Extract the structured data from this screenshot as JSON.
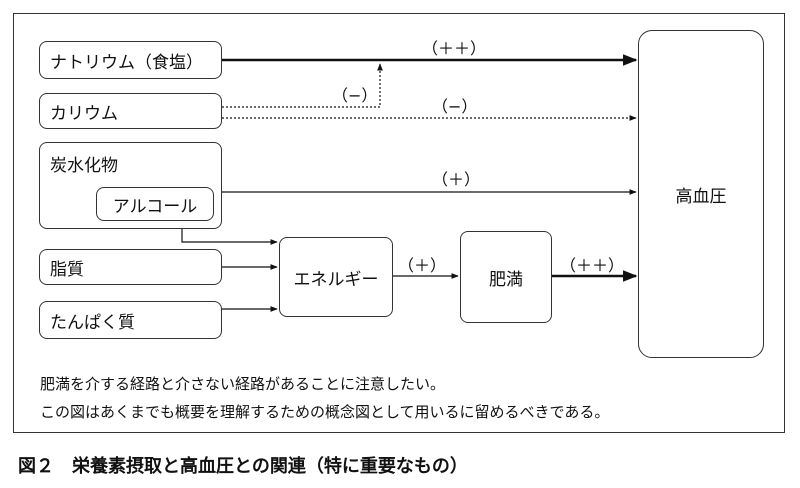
{
  "nodes": {
    "sodium": "ナトリウム（食塩）",
    "potassium": "カリウム",
    "carbohydrate": "炭水化物",
    "alcohol": "アルコール",
    "fat": "脂質",
    "protein": "たんぱく質",
    "energy": "エネルギー",
    "obesity": "肥満",
    "hypertension": "高血圧"
  },
  "edge_labels": {
    "sodium_to_hypertension": "（＋＋）",
    "potassium_to_sodium_edge": "（−）",
    "potassium_to_hypertension": "（−）",
    "alcohol_to_hypertension": "（＋）",
    "energy_to_obesity": "（＋）",
    "obesity_to_hypertension": "（＋＋）"
  },
  "notes": [
    "肥満を介する経路と介さない経路があることに注意したい。",
    "この図はあくまでも概要を理解するための概念図として用いるに留めるべきである。"
  ],
  "caption": "図２　栄養素摂取と高血圧との関連（特に重要なもの）",
  "colors": {
    "line": "#111111",
    "border": "#333333"
  }
}
